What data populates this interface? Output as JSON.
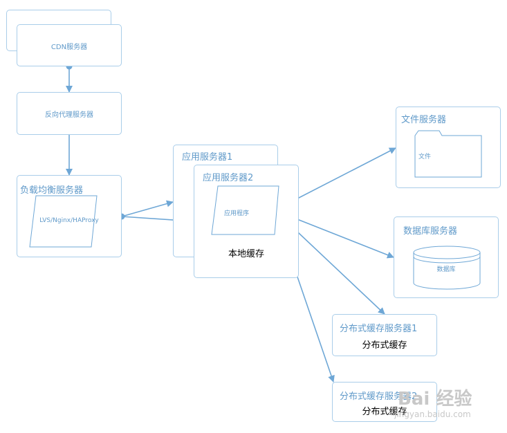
{
  "nodes": {
    "cdn": {
      "label": "CDN服务器"
    },
    "reverse_proxy": {
      "label": "反向代理服务器"
    },
    "load_balancer": {
      "title": "负载均衡服务器",
      "inner": "LVS/Nginx/HAProxy"
    },
    "app_server_1": {
      "title": "应用服务器1"
    },
    "app_server_2": {
      "title": "应用服务器2",
      "app": "应用程序",
      "local_cache": "本地缓存"
    },
    "file_server": {
      "title": "文件服务器",
      "folder": "文件"
    },
    "db_server": {
      "title": "数据库服务器",
      "db": "数据库"
    },
    "dist_cache_1": {
      "title": "分布式缓存服务器1",
      "sub": "分布式缓存"
    },
    "dist_cache_2": {
      "title": "分布式缓存服务器2",
      "sub": "分布式缓存"
    }
  },
  "watermark": {
    "brand": "Bai 经验",
    "url": "jingyan.baidu.com"
  },
  "colors": {
    "line": "#6ea7d6",
    "border": "#a9cde9",
    "text": "#5f99c9"
  }
}
